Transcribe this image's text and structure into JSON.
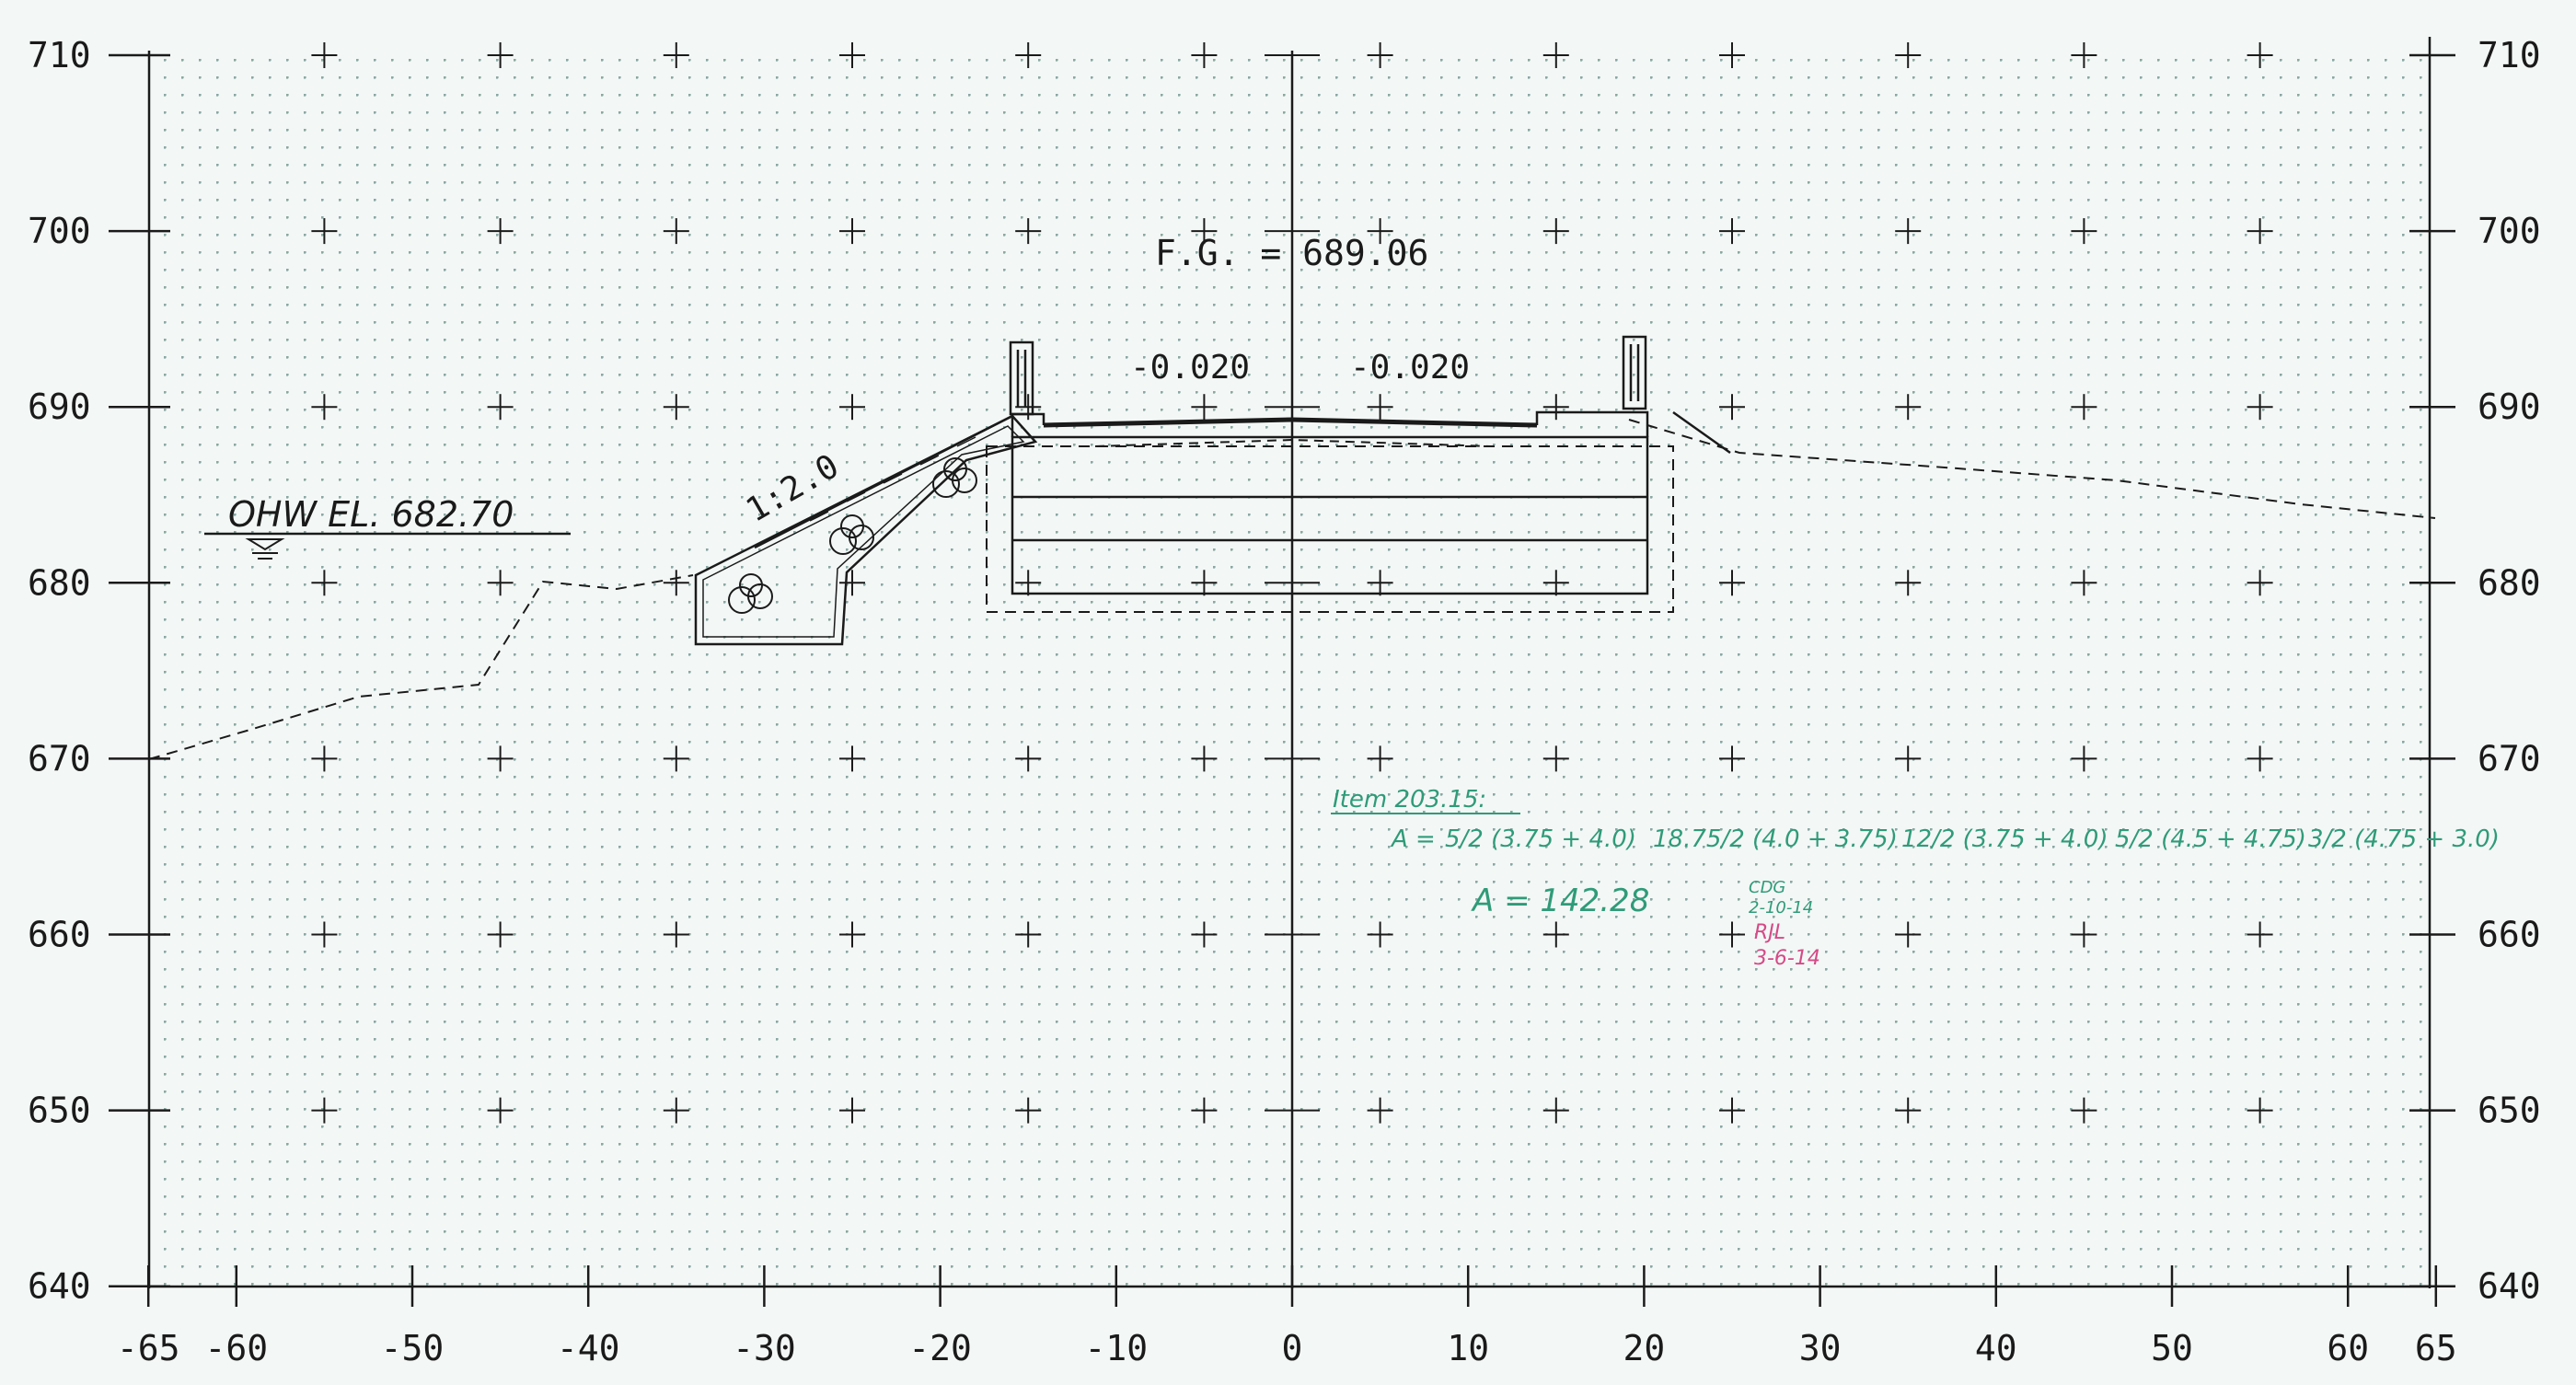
{
  "x_ticks": [
    "-65",
    "-60",
    "-50",
    "-40",
    "-30",
    "-20",
    "-10",
    "0",
    "10",
    "20",
    "30",
    "40",
    "50",
    "60",
    "65"
  ],
  "y_ticks": [
    "710",
    "700",
    "690",
    "680",
    "670",
    "660",
    "650",
    "640"
  ],
  "labels": {
    "finished_grade": "F.G. = 689.06",
    "slope_left": "-0.020",
    "slope_right": "-0.020",
    "embankment_slope": "1:2.0",
    "ohw": "OHW EL. 682.70"
  },
  "notes": {
    "item": "Item 203.15:",
    "formula_prefix": "A =",
    "formula_terms": [
      "5/2 (3.75 + 4.0)",
      "18.75/2 (4.0 + 3.75)",
      "12/2 (3.75 + 4.0)",
      "5/2 (4.5 + 4.75)",
      "3/2 (4.75 + 3.0)"
    ],
    "result": "A = 142.28",
    "check_initials": "CDG",
    "check_date": "2-10-14",
    "review_initials": "RJL",
    "review_date": "3-6-14"
  },
  "colors": {
    "paper": "#f3f7f6",
    "ink": "#1a1a1a",
    "dot_grid": "#8aa8a2",
    "annotation_green": "#2f9b78",
    "annotation_pink": "#d44a86"
  }
}
